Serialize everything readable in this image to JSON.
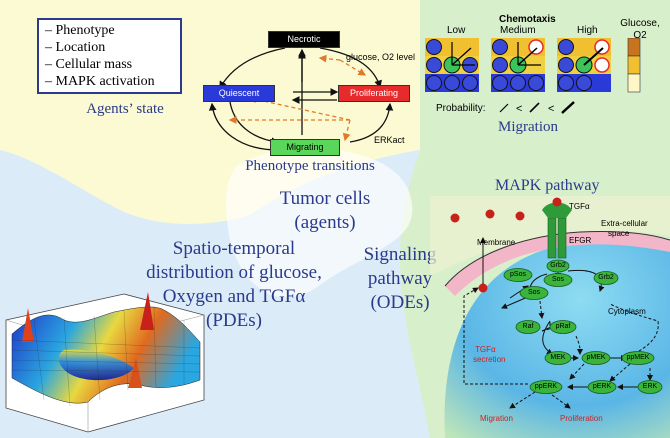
{
  "agents_state": {
    "items": [
      "– Phenotype",
      "– Location",
      "– Cellular mass",
      "– MAPK activation"
    ],
    "caption": "Agents’ state"
  },
  "phenotype": {
    "necrotic": "Necrotic",
    "quiescent": "Quiescent",
    "proliferating": "Proliferating",
    "migrating": "Migrating",
    "glucose_label": "glucose, O2 level",
    "erk_label": "ERKact",
    "caption": "Phenotype transitions"
  },
  "chemotaxis": {
    "title": "Chemotaxis",
    "low": "Low",
    "medium": "Medium",
    "high": "High",
    "glucose_label": "Glucose,",
    "o2_label": "O2",
    "probability_label": "Probability:",
    "caption": "Migration"
  },
  "center": {
    "tumor_line1": "Tumor cells",
    "tumor_line2": "(agents)",
    "signal_line1": "Signaling",
    "signal_line2": "pathway",
    "signal_line3": "(ODEs)"
  },
  "spatial": {
    "line1": "Spatio-temporal",
    "line2": "distribution of glucose,",
    "line3": "Oxygen and TGFα",
    "line4": "(PDEs)"
  },
  "mapk": {
    "title": "MAPK pathway",
    "tgfa": "TGFα",
    "extracellular": "Extra-cellular",
    "space": "space",
    "membrane": "Membrane",
    "egfr": "EFGR",
    "cytoplasm": "Cytoplasm",
    "tgfa_secretion_1": "TGFα",
    "tgfa_secretion_2": "secretion",
    "migration": "Migration",
    "proliferation": "Proliferation",
    "nodes": {
      "grb2": "Grb2",
      "sos": "Sos",
      "psos": "pSos",
      "grb2b": "Grb2",
      "sos2": "Sos",
      "raf": "Raf",
      "praf": "pRaf",
      "mek": "MEK",
      "pmek": "pMEK",
      "ppmek": "ppMEK",
      "pperk": "ppERK",
      "perk": "pERK",
      "erk": "ERK"
    }
  }
}
